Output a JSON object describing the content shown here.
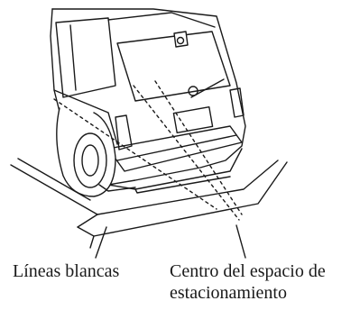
{
  "labels": {
    "white_lines": "Líneas blancas",
    "center_line1": "Centro del espacio de",
    "center_line2": "estacionamiento"
  },
  "colors": {
    "line": "#1a1a1a",
    "background": "#ffffff"
  }
}
